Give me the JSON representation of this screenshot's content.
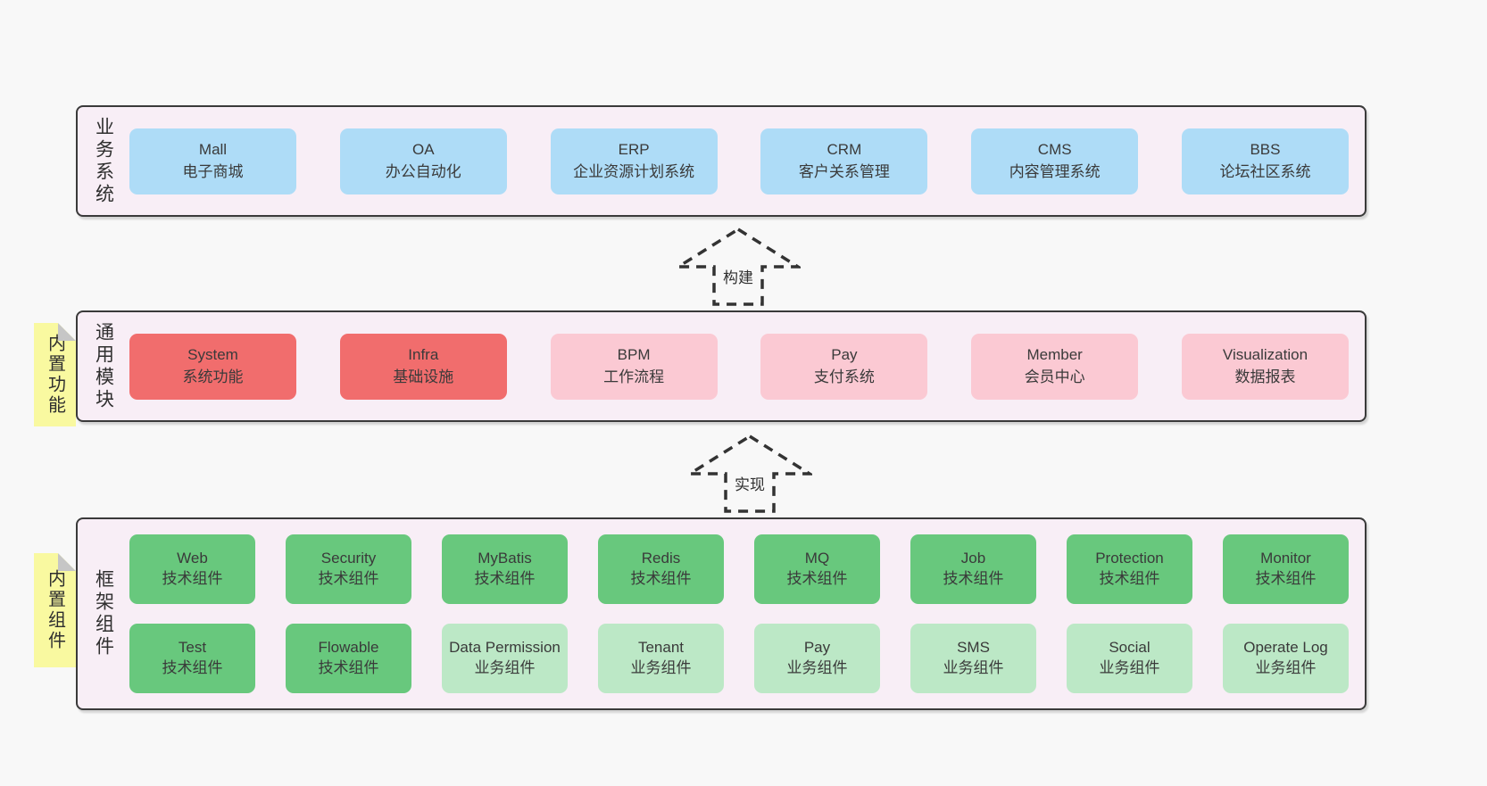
{
  "palette": {
    "page_bg": "#f8f8f8",
    "panel_bg": "#f8eef6",
    "panel_border": "#3a3a3a",
    "blue": "#aedcf7",
    "red": "#f16d6d",
    "pink": "#fbc9d3",
    "green": "#68c87d",
    "lightgreen": "#bce8c6",
    "note_yellow": "#f9f9a0",
    "fold_gray": "#c6c6c6",
    "text": "#3a3a3a",
    "arrow": "#333333"
  },
  "sections": {
    "business": {
      "label": "业务系统",
      "rows": [
        [
          {
            "name": "Mall",
            "desc": "电子商城",
            "color": "blue"
          },
          {
            "name": "OA",
            "desc": "办公自动化",
            "color": "blue"
          },
          {
            "name": "ERP",
            "desc": "企业资源计划系统",
            "color": "blue"
          },
          {
            "name": "CRM",
            "desc": "客户关系管理",
            "color": "blue"
          },
          {
            "name": "CMS",
            "desc": "内容管理系统",
            "color": "blue"
          },
          {
            "name": "BBS",
            "desc": "论坛社区系统",
            "color": "blue"
          }
        ]
      ]
    },
    "modules": {
      "label": "通用模块",
      "note": "内置功能",
      "rows": [
        [
          {
            "name": "System",
            "desc": "系统功能",
            "color": "red"
          },
          {
            "name": "Infra",
            "desc": "基础设施",
            "color": "red"
          },
          {
            "name": "BPM",
            "desc": "工作流程",
            "color": "pink"
          },
          {
            "name": "Pay",
            "desc": "支付系统",
            "color": "pink"
          },
          {
            "name": "Member",
            "desc": "会员中心",
            "color": "pink"
          },
          {
            "name": "Visualization",
            "desc": "数据报表",
            "color": "pink"
          }
        ]
      ]
    },
    "components": {
      "label": "框架组件",
      "note": "内置组件",
      "rows": [
        [
          {
            "name": "Web",
            "desc": "技术组件",
            "color": "green"
          },
          {
            "name": "Security",
            "desc": "技术组件",
            "color": "green"
          },
          {
            "name": "MyBatis",
            "desc": "技术组件",
            "color": "green"
          },
          {
            "name": "Redis",
            "desc": "技术组件",
            "color": "green"
          },
          {
            "name": "MQ",
            "desc": "技术组件",
            "color": "green"
          },
          {
            "name": "Job",
            "desc": "技术组件",
            "color": "green"
          },
          {
            "name": "Protection",
            "desc": "技术组件",
            "color": "green"
          },
          {
            "name": "Monitor",
            "desc": "技术组件",
            "color": "green"
          }
        ],
        [
          {
            "name": "Test",
            "desc": "技术组件",
            "color": "green"
          },
          {
            "name": "Flowable",
            "desc": "技术组件",
            "color": "green"
          },
          {
            "name": "Data Permission",
            "desc": "业务组件",
            "color": "lightgreen"
          },
          {
            "name": "Tenant",
            "desc": "业务组件",
            "color": "lightgreen"
          },
          {
            "name": "Pay",
            "desc": "业务组件",
            "color": "lightgreen"
          },
          {
            "name": "SMS",
            "desc": "业务组件",
            "color": "lightgreen"
          },
          {
            "name": "Social",
            "desc": "业务组件",
            "color": "lightgreen"
          },
          {
            "name": "Operate Log",
            "desc": "业务组件",
            "color": "lightgreen"
          }
        ]
      ]
    }
  },
  "arrows": [
    {
      "label": "构建"
    },
    {
      "label": "实现"
    }
  ]
}
